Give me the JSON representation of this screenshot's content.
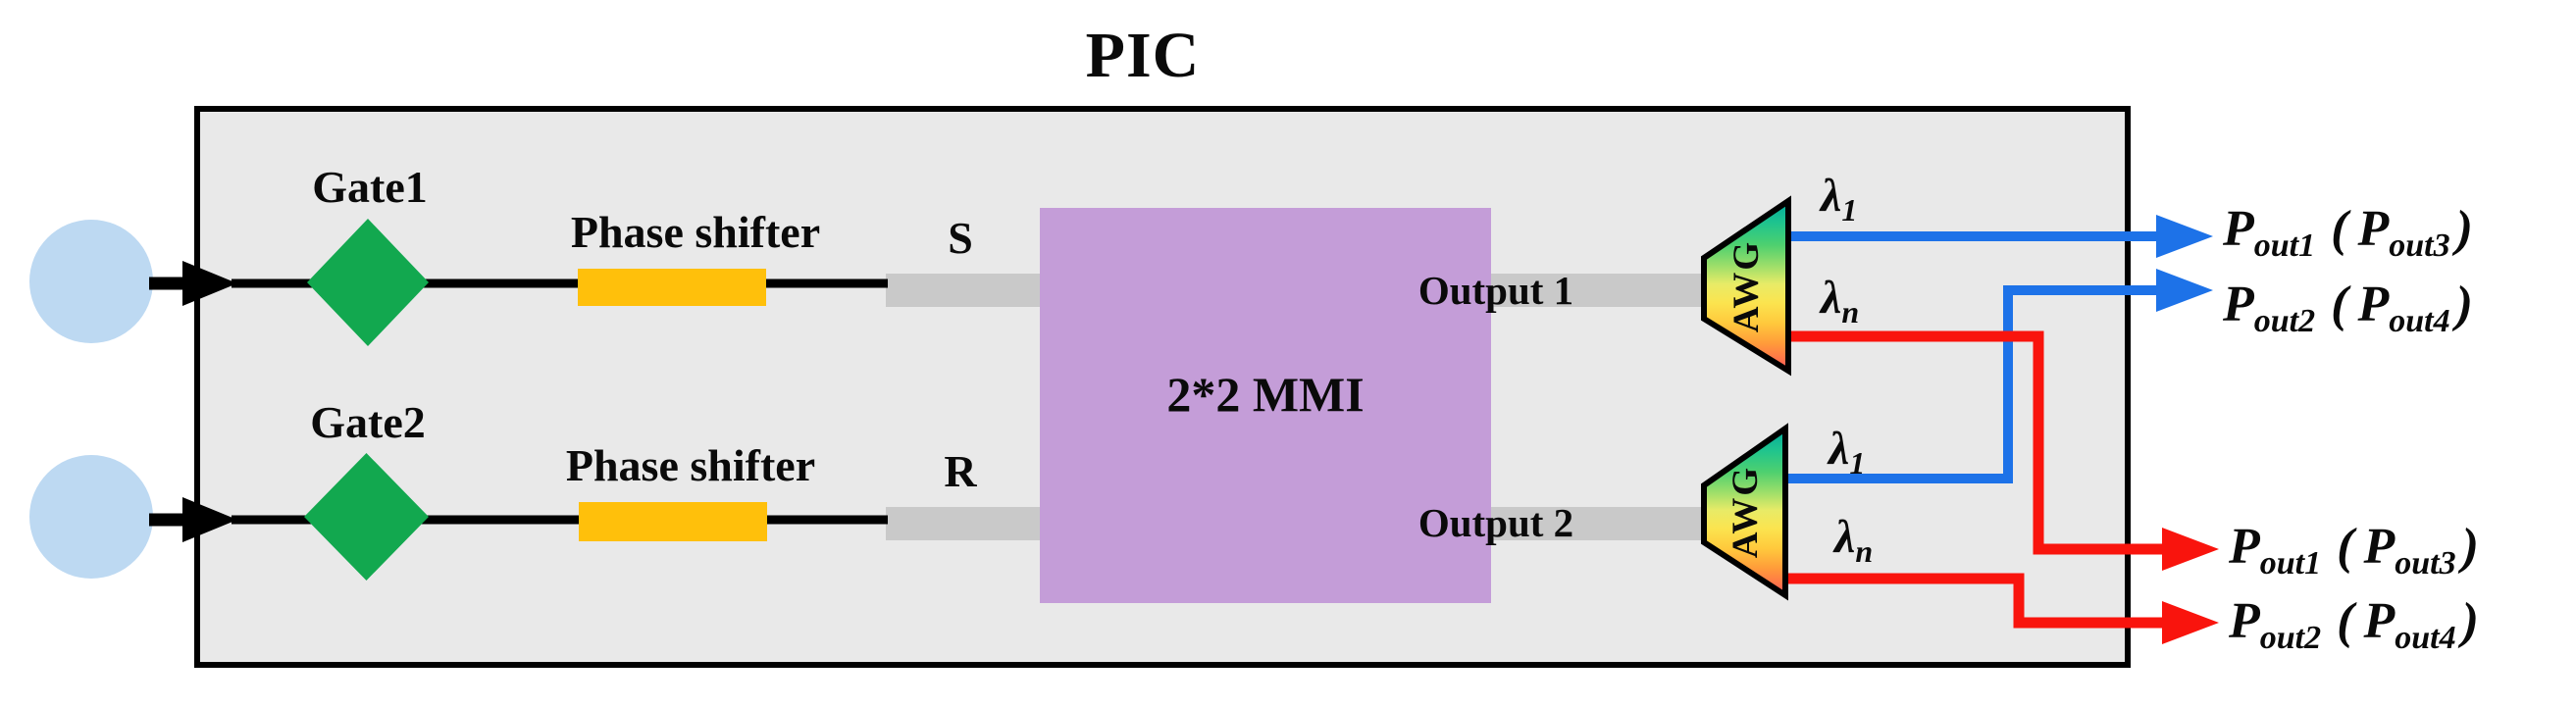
{
  "title": "PIC",
  "palette": {
    "board_fill": "#E9E9E9",
    "board_border": "#000000",
    "ink": "#0A0A0A",
    "input_circle_fill": "#BDD9F2",
    "gate_fill": "#12A84F",
    "phase_shifter_fill": "#FFC00B",
    "mmi_fill": "#C49DD8",
    "waveguide_fill": "#C9C9C9",
    "line_blue": "#1D72E8",
    "line_red": "#F9140D"
  },
  "chip": {
    "gate1_label": "Gate1",
    "gate2_label": "Gate2",
    "phase_shifter1_label": "Phase shifter",
    "phase_shifter2_label": "Phase shifter",
    "port_s_label": "S",
    "port_r_label": "R",
    "mmi_label": "2*2 MMI",
    "output1_label": "Output 1",
    "output2_label": "Output 2",
    "awg1_label": "AWG",
    "awg2_label": "AWG"
  },
  "wavelengths": {
    "awg1_top": {
      "base": "λ",
      "sub": "1"
    },
    "awg1_bottom": {
      "base": "λ",
      "sub": "n"
    },
    "awg2_top": {
      "base": "λ",
      "sub": "1"
    },
    "awg2_bottom": {
      "base": "λ",
      "sub": "n"
    }
  },
  "power_labels": [
    {
      "base1": "P",
      "sub1": "out1",
      "open": "(",
      "base2": "P",
      "sub2": "out3",
      "close": ")"
    },
    {
      "base1": "P",
      "sub1": "out2",
      "open": "(",
      "base2": "P",
      "sub2": "out4",
      "close": ")"
    },
    {
      "base1": "P",
      "sub1": "out1",
      "open": "(",
      "base2": "P",
      "sub2": "out3",
      "close": ")"
    },
    {
      "base1": "P",
      "sub1": "out2",
      "open": "(",
      "base2": "P",
      "sub2": "out4",
      "close": ")"
    }
  ]
}
